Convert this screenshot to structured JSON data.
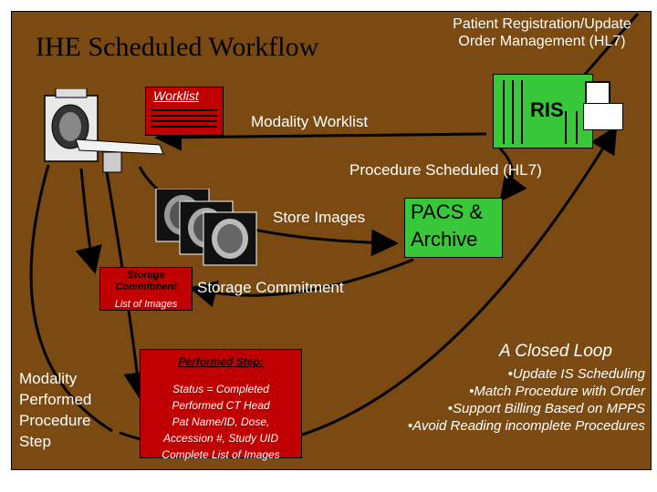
{
  "title": "IHE Scheduled Workflow",
  "registration": {
    "line1": "Patient Registration/Update",
    "line2": "Order Management (HL7)"
  },
  "worklist_box": {
    "label": "Worklist"
  },
  "ris": {
    "label": "RIS"
  },
  "modality_worklist": "Modality Worklist",
  "procedure_scheduled": "Procedure Scheduled (HL7)",
  "store_images": "Store Images",
  "pacs": {
    "label": "PACS & Archive"
  },
  "storage_commitment_box": {
    "title": "Storage Commitment",
    "subtitle": "List of Images"
  },
  "storage_commitment": "Storage Commitment",
  "closed_loop": {
    "title": "A Closed Loop",
    "bullets": [
      "•Update IS Scheduling",
      "•Match Procedure with Order",
      "•Support Billing Based on MPPS",
      "•Avoid Reading incomplete Procedures"
    ]
  },
  "mpps": {
    "lines": [
      "Modality",
      "Performed",
      "Procedure",
      "Step"
    ]
  },
  "performed_step": {
    "heading": "Performed Step:",
    "lines": [
      "Status = Completed",
      "Performed CT Head",
      "Pat Name/ID, Dose,",
      "Accession #, Study UID",
      "Complete List of Images"
    ]
  },
  "colors": {
    "background": "#7a4a12",
    "red_box": "#c00000",
    "green_box": "#39c839",
    "arrow": "#000000"
  },
  "icons": [
    "ct-scanner-icon",
    "ct-images-icon",
    "ris-computer-icon",
    "pacs-server-icon"
  ]
}
